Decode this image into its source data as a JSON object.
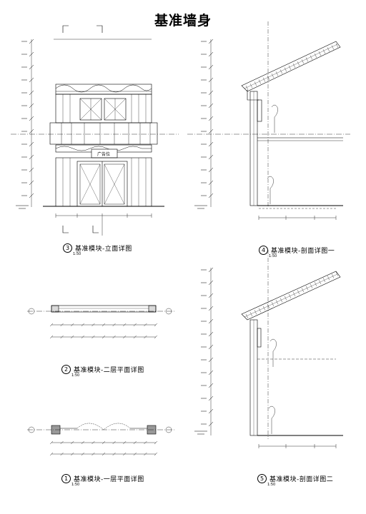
{
  "title": "基准墙身",
  "sign_text": "广告位",
  "views": [
    {
      "num": "3",
      "label": "基准模块-立面详图",
      "scale": "1:50"
    },
    {
      "num": "4",
      "label": "基准模块-剖面详图一",
      "scale": "1:50"
    },
    {
      "num": "2",
      "label": "基准模块-二层平面详图",
      "scale": "1:50"
    },
    {
      "num": "1",
      "label": "基准模块-一层平面详图",
      "scale": "1:50"
    },
    {
      "num": "5",
      "label": "基准模块-剖面详图二",
      "scale": "1:50"
    }
  ]
}
